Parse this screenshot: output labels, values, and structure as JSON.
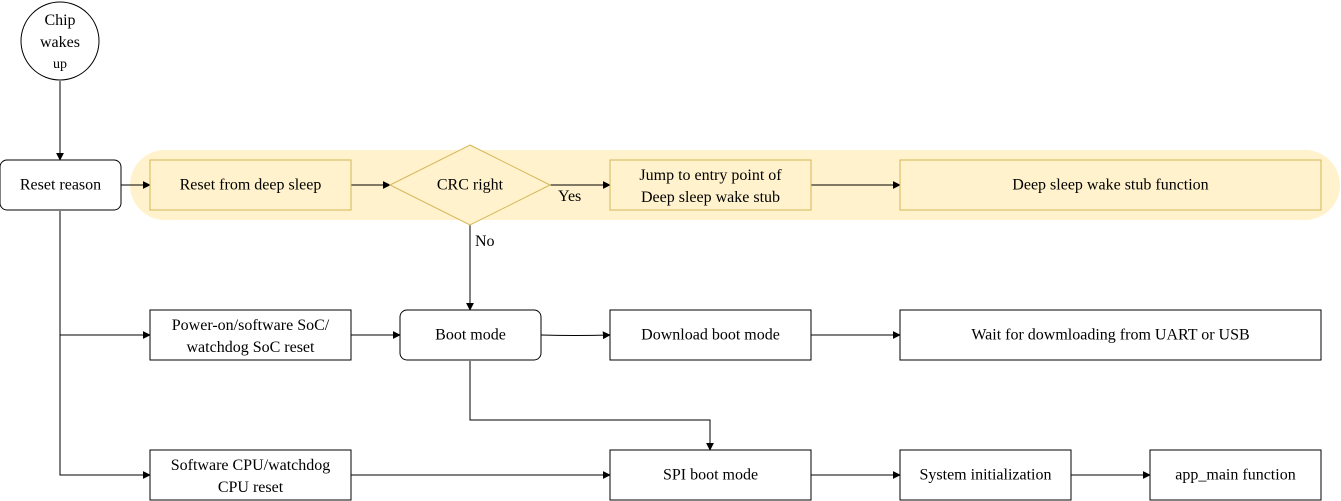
{
  "nodes": {
    "chip_wakes_up": [
      "Chip",
      "wakes",
      "up"
    ],
    "reset_reason": "Reset reason",
    "reset_from_deep_sleep": "Reset from deep sleep",
    "crc_right": "CRC right",
    "jump_to_entry": [
      "Jump to entry point of",
      "Deep sleep wake stub"
    ],
    "deep_sleep_wake_stub_function": "Deep sleep wake stub function",
    "power_on_reset": [
      "Power-on/software SoC/",
      "watchdog SoC reset"
    ],
    "boot_mode": "Boot mode",
    "download_boot_mode": "Download boot mode",
    "wait_for_downloading": "Wait for dowmloading from UART or USB",
    "software_cpu_reset": [
      "Software CPU/watchdog",
      "CPU reset"
    ],
    "spi_boot_mode": "SPI boot mode",
    "system_initialization": "System initialization",
    "app_main_function": "app_main function"
  },
  "edge_labels": {
    "yes": "Yes",
    "no": "No"
  },
  "colors": {
    "highlight_fill": "#fff2cc",
    "highlight_stroke": "#d6b656",
    "stroke": "#000000"
  }
}
